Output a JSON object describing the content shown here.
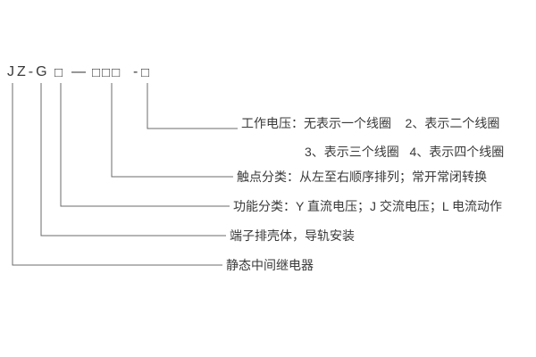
{
  "model_code": {
    "prefix": "JZ-G",
    "box_function": "□",
    "dash": "—",
    "box_contacts": "□□□",
    "hyphen": "-",
    "box_voltage": "□"
  },
  "callouts": {
    "working_voltage": {
      "line1": "工作电压：无表示一个线圈    2、表示二个线圈",
      "line2": "3、表示三个线圈   4、表示四个线圈"
    },
    "contact": "触点分类：从左至右顺序排列；常开常闭转换",
    "function": "功能分类：Y 直流电压；J 交流电压；L 电流动作",
    "housing": "端子排壳体，导轨安装",
    "relay_type": "静态中间继电器"
  },
  "colors": {
    "line": "#6b6b6b",
    "text": "#3a3a3a"
  }
}
